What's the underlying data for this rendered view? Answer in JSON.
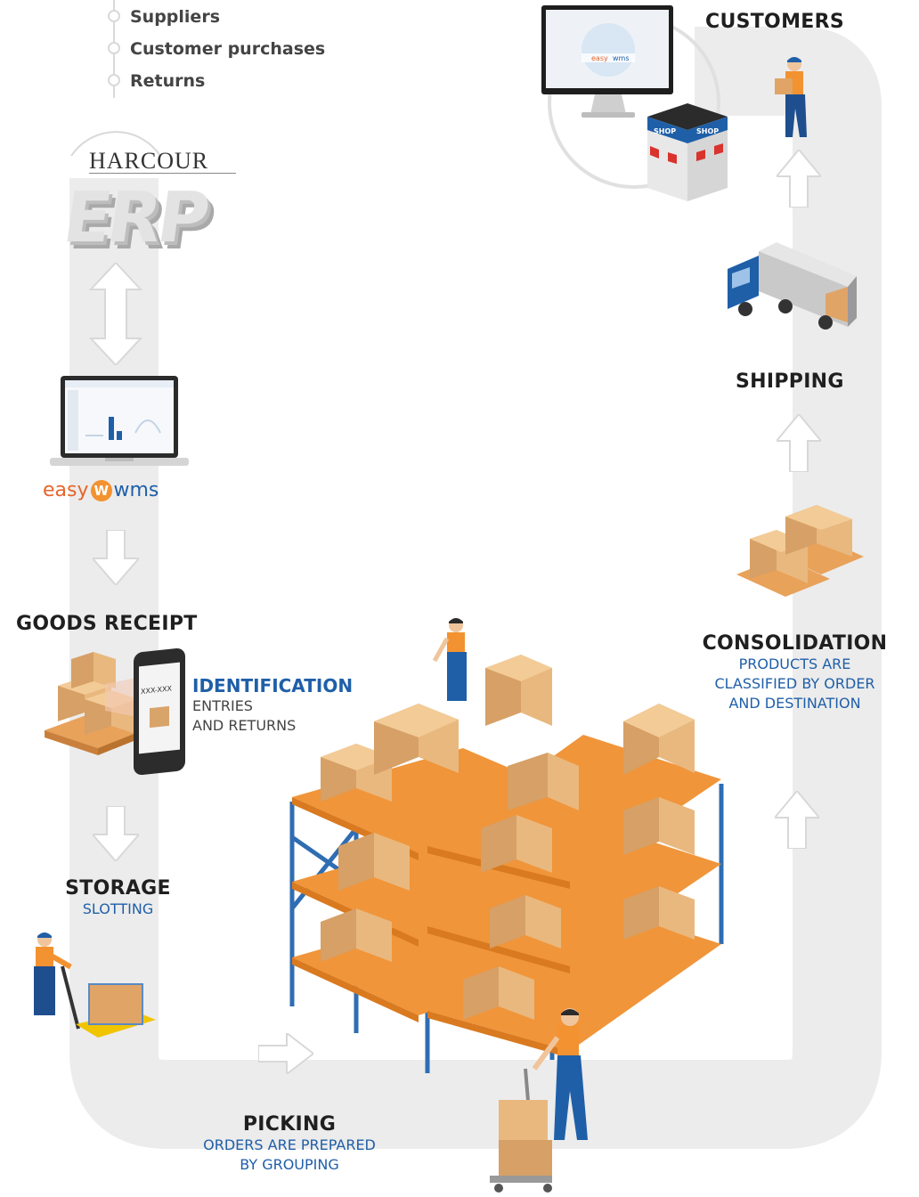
{
  "sources": [
    "Suppliers",
    "Customer purchases",
    "Returns"
  ],
  "erp": {
    "brand": "HARCOUR",
    "label": "ERP"
  },
  "wms": {
    "name_left": "easy",
    "name_right": "wms"
  },
  "stages": {
    "goods_receipt": "GOODS RECEIPT",
    "identification": {
      "title": "IDENTIFICATION",
      "line1": "ENTRIES",
      "line2": "AND RETURNS"
    },
    "storage": {
      "title": "STORAGE",
      "sub": "SLOTTING"
    },
    "picking": {
      "title": "PICKING",
      "line1": "ORDERS ARE PREPARED",
      "line2": "BY GROUPING"
    },
    "consolidation": {
      "title": "CONSOLIDATION",
      "line1": "PRODUCTS ARE",
      "line2": "CLASSIFIED BY ORDER",
      "line3": "AND DESTINATION"
    },
    "shipping": "SHIPPING",
    "customers": "CUSTOMERS"
  },
  "device": {
    "code": "XXX-XXX"
  },
  "shop": {
    "sign": "SHOP"
  },
  "colors": {
    "path": "#ececec",
    "accent_blue": "#1f5fa8",
    "box": "#e7b276",
    "shelf_orange": "#f0953a",
    "rack_blue": "#2f6db3",
    "arrow": "#ffffff"
  }
}
